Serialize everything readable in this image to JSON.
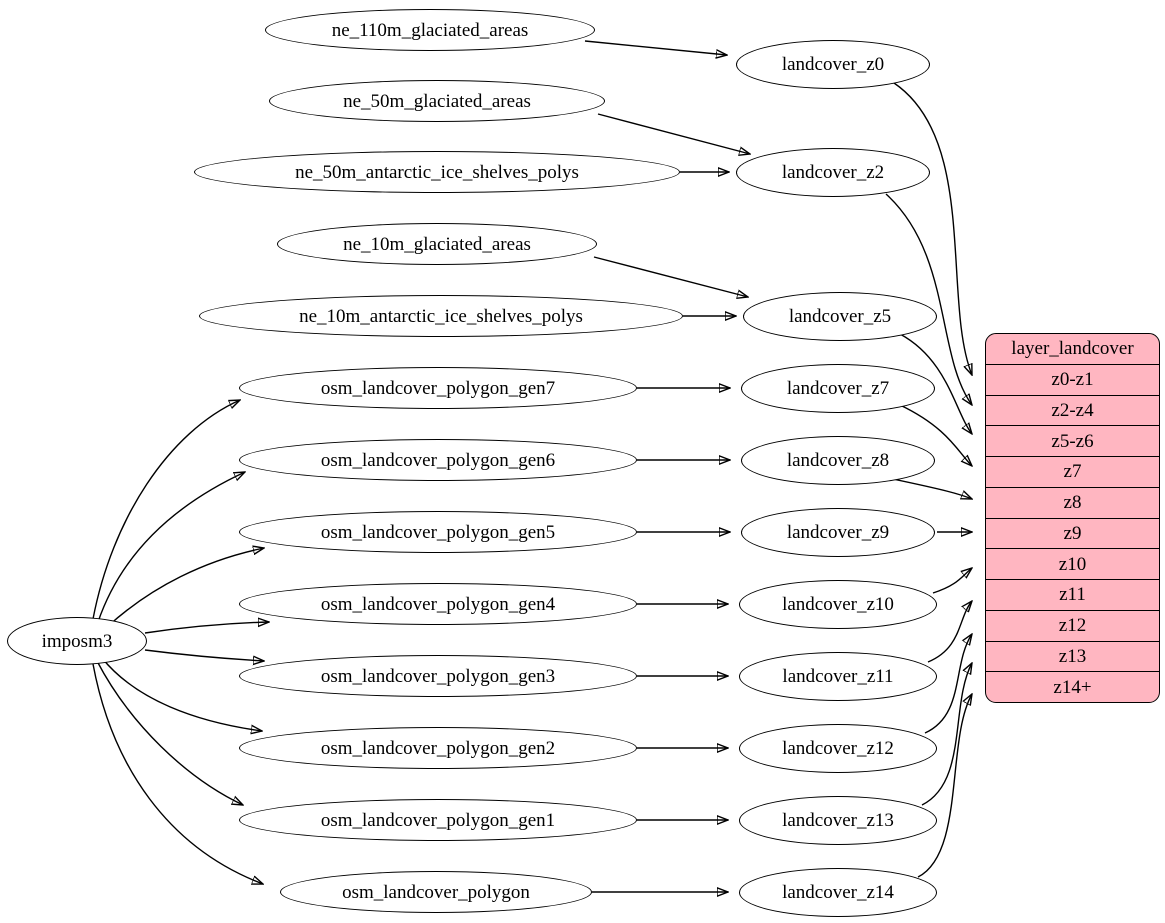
{
  "diagram_type": "dependency-graph",
  "colors": {
    "background": "#ffffff",
    "node_fill": "#ffffff",
    "node_stroke": "#000000",
    "edge_color": "#000000",
    "table_fill": "#ffb6c1",
    "table_stroke": "#000000",
    "text_color": "#000000"
  },
  "nodes": {
    "imposm3": "imposm3",
    "ne_110m_glaciated_areas": "ne_110m_glaciated_areas",
    "ne_50m_glaciated_areas": "ne_50m_glaciated_areas",
    "ne_50m_antarctic_ice_shelves_polys": "ne_50m_antarctic_ice_shelves_polys",
    "ne_10m_glaciated_areas": "ne_10m_glaciated_areas",
    "ne_10m_antarctic_ice_shelves_polys": "ne_10m_antarctic_ice_shelves_polys",
    "osm_landcover_polygon_gen7": "osm_landcover_polygon_gen7",
    "osm_landcover_polygon_gen6": "osm_landcover_polygon_gen6",
    "osm_landcover_polygon_gen5": "osm_landcover_polygon_gen5",
    "osm_landcover_polygon_gen4": "osm_landcover_polygon_gen4",
    "osm_landcover_polygon_gen3": "osm_landcover_polygon_gen3",
    "osm_landcover_polygon_gen2": "osm_landcover_polygon_gen2",
    "osm_landcover_polygon_gen1": "osm_landcover_polygon_gen1",
    "osm_landcover_polygon": "osm_landcover_polygon",
    "landcover_z0": "landcover_z0",
    "landcover_z2": "landcover_z2",
    "landcover_z5": "landcover_z5",
    "landcover_z7": "landcover_z7",
    "landcover_z8": "landcover_z8",
    "landcover_z9": "landcover_z9",
    "landcover_z10": "landcover_z10",
    "landcover_z11": "landcover_z11",
    "landcover_z12": "landcover_z12",
    "landcover_z13": "landcover_z13",
    "landcover_z14": "landcover_z14"
  },
  "table": {
    "header": "layer_landcover",
    "rows": [
      "z0-z1",
      "z2-z4",
      "z5-z6",
      "z7",
      "z8",
      "z9",
      "z10",
      "z11",
      "z12",
      "z13",
      "z14+"
    ]
  },
  "edges": [
    {
      "from": "ne_110m_glaciated_areas",
      "to": "landcover_z0"
    },
    {
      "from": "ne_50m_glaciated_areas",
      "to": "landcover_z2"
    },
    {
      "from": "ne_50m_antarctic_ice_shelves_polys",
      "to": "landcover_z2"
    },
    {
      "from": "ne_10m_glaciated_areas",
      "to": "landcover_z5"
    },
    {
      "from": "ne_10m_antarctic_ice_shelves_polys",
      "to": "landcover_z5"
    },
    {
      "from": "imposm3",
      "to": "osm_landcover_polygon_gen7"
    },
    {
      "from": "imposm3",
      "to": "osm_landcover_polygon_gen6"
    },
    {
      "from": "imposm3",
      "to": "osm_landcover_polygon_gen5"
    },
    {
      "from": "imposm3",
      "to": "osm_landcover_polygon_gen4"
    },
    {
      "from": "imposm3",
      "to": "osm_landcover_polygon_gen3"
    },
    {
      "from": "imposm3",
      "to": "osm_landcover_polygon_gen2"
    },
    {
      "from": "imposm3",
      "to": "osm_landcover_polygon_gen1"
    },
    {
      "from": "imposm3",
      "to": "osm_landcover_polygon"
    },
    {
      "from": "osm_landcover_polygon_gen7",
      "to": "landcover_z7"
    },
    {
      "from": "osm_landcover_polygon_gen6",
      "to": "landcover_z8"
    },
    {
      "from": "osm_landcover_polygon_gen5",
      "to": "landcover_z9"
    },
    {
      "from": "osm_landcover_polygon_gen4",
      "to": "landcover_z10"
    },
    {
      "from": "osm_landcover_polygon_gen3",
      "to": "landcover_z11"
    },
    {
      "from": "osm_landcover_polygon_gen2",
      "to": "landcover_z12"
    },
    {
      "from": "osm_landcover_polygon_gen1",
      "to": "landcover_z13"
    },
    {
      "from": "osm_landcover_polygon",
      "to": "landcover_z14"
    },
    {
      "from": "landcover_z0",
      "to": "layer_landcover.z0-z1"
    },
    {
      "from": "landcover_z2",
      "to": "layer_landcover.z2-z4"
    },
    {
      "from": "landcover_z5",
      "to": "layer_landcover.z5-z6"
    },
    {
      "from": "landcover_z7",
      "to": "layer_landcover.z7"
    },
    {
      "from": "landcover_z8",
      "to": "layer_landcover.z8"
    },
    {
      "from": "landcover_z9",
      "to": "layer_landcover.z9"
    },
    {
      "from": "landcover_z10",
      "to": "layer_landcover.z10"
    },
    {
      "from": "landcover_z11",
      "to": "layer_landcover.z11"
    },
    {
      "from": "landcover_z12",
      "to": "layer_landcover.z12"
    },
    {
      "from": "landcover_z13",
      "to": "layer_landcover.z13"
    },
    {
      "from": "landcover_z14",
      "to": "layer_landcover.z14+"
    }
  ]
}
